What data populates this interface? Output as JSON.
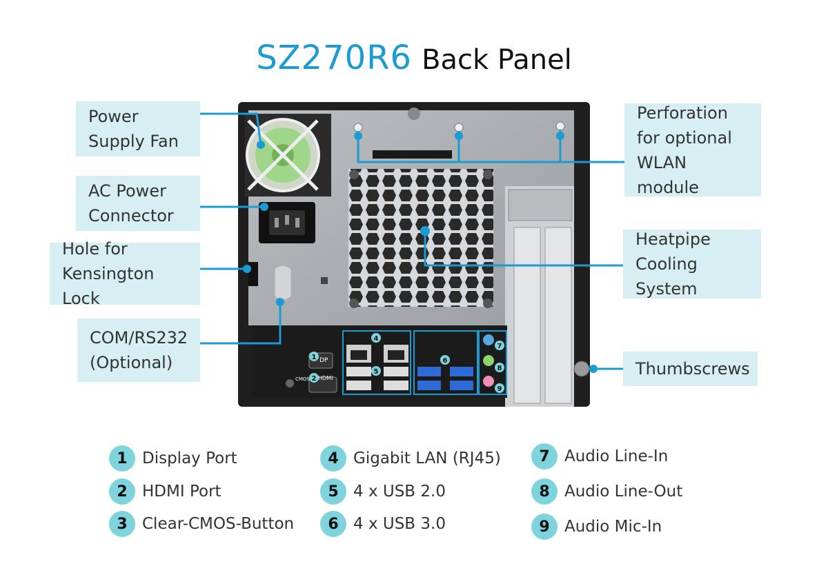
{
  "title": {
    "model": "SZ270R6",
    "rest": "Back Panel"
  },
  "callouts": {
    "power_fan": "Power\nSupply Fan",
    "ac_power": "AC Power\nConnector",
    "kensington": "Hole for\nKensington Lock",
    "com": "COM/RS232\n(Optional)",
    "wlan": "Perforation\nfor optional\nWLAN module",
    "heatpipe": "Heatpipe\nCooling System",
    "thumbscrews": "Thumbscrews"
  },
  "port_labels": {
    "dp": "DP",
    "hdmi": "HDMI",
    "cmos": "CMOS"
  },
  "legend": [
    {
      "num": "1",
      "label": "Display Port"
    },
    {
      "num": "2",
      "label": "HDMI Port"
    },
    {
      "num": "3",
      "label": "Clear-CMOS-Button"
    },
    {
      "num": "4",
      "label": "Gigabit LAN (RJ45)"
    },
    {
      "num": "5",
      "label": "4 x USB 2.0"
    },
    {
      "num": "6",
      "label": "4 x USB 3.0"
    },
    {
      "num": "7",
      "label": "Audio Line-In"
    },
    {
      "num": "8",
      "label": "Audio Line-Out"
    },
    {
      "num": "9",
      "label": "Audio Mic-In"
    }
  ],
  "colors": {
    "accent": "#1a9bd4",
    "callout_bg": "#d7eef3",
    "badge": "#7fd3dc",
    "leader": "#1a9bd4"
  }
}
